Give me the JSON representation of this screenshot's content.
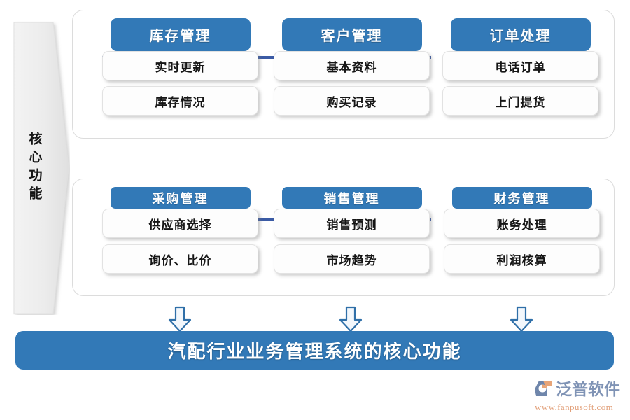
{
  "colors": {
    "pill_blue": "#3279b7",
    "underline_blue": "#3b5ba5",
    "banner_blue": "#3279b7",
    "panel_border": "#dcdcdc",
    "chevron_gray": "#ededed",
    "subbox_bg": "#fdfdfd",
    "logo_text": "#7f93b5",
    "logo_url": "#e2a07a",
    "arrow_stroke": "#2f6fa8"
  },
  "side_label": {
    "text": "核心功能",
    "icon": "chevron-right-shape"
  },
  "panels": [
    {
      "id": "panel-top",
      "columns": [
        {
          "header": "库存管理",
          "items": [
            "实时更新",
            "库存情况"
          ]
        },
        {
          "header": "客户管理",
          "items": [
            "基本资料",
            "购买记录"
          ]
        },
        {
          "header": "订单处理",
          "items": [
            "电话订单",
            "上门提货"
          ]
        }
      ]
    },
    {
      "id": "panel-bottom",
      "columns": [
        {
          "header": "采购管理",
          "items": [
            "供应商选择",
            "询价、比价"
          ]
        },
        {
          "header": "销售管理",
          "items": [
            "销售预测",
            "市场趋势"
          ]
        },
        {
          "header": "财务管理",
          "items": [
            "账务处理",
            "利润核算"
          ]
        }
      ]
    }
  ],
  "arrows": [
    {
      "icon": "arrow-down-icon"
    },
    {
      "icon": "arrow-down-icon"
    },
    {
      "icon": "arrow-down-icon"
    }
  ],
  "banner": {
    "title": "汽配行业业务管理系统的核心功能"
  },
  "logo": {
    "icon": "fanpu-logo-icon",
    "name": "泛普软件",
    "url": "www.fanpusoft.com"
  }
}
